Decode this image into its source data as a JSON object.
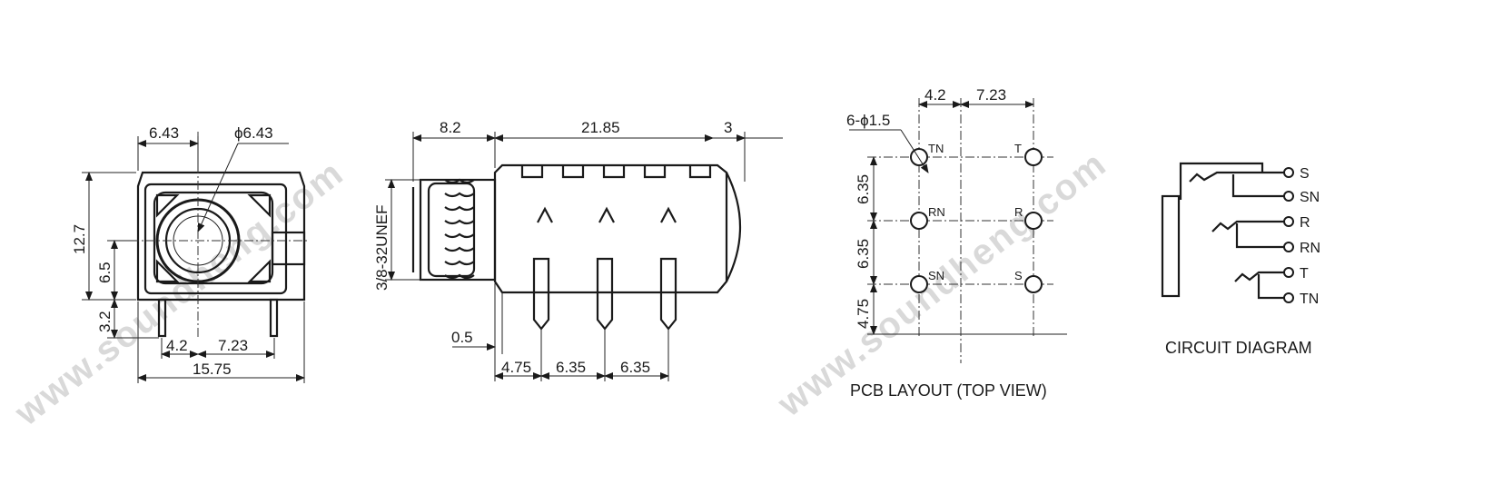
{
  "watermark": "www.soundheng.com",
  "front_view": {
    "dim_top_left": "6.43",
    "dim_hole": "ϕ6.43",
    "dim_height": "12.7",
    "dim_center_height": "6.5",
    "dim_pin_length": "3.2",
    "dim_pin_offset_left": "4.2",
    "dim_pin_offset_right": "7.23",
    "dim_width": "15.75"
  },
  "side_view": {
    "dim_thread_length": "8.2",
    "dim_body_length": "21.85",
    "dim_nose": "3",
    "dim_thread": "3/8-32UNEF",
    "dim_gap": "0.5",
    "dim_pin1": "4.75",
    "dim_pin2": "6.35",
    "dim_pin3": "6.35"
  },
  "pcb_layout": {
    "dim_col1": "4.2",
    "dim_col2": "7.23",
    "dim_holes": "6-ϕ1.5",
    "dim_row1": "6.35",
    "dim_row2": "6.35",
    "dim_row3": "4.75",
    "pin_tn": "TN",
    "pin_t": "T",
    "pin_rn": "RN",
    "pin_r": "R",
    "pin_sn": "SN",
    "pin_s": "S",
    "caption": "PCB LAYOUT (TOP VIEW)"
  },
  "circuit": {
    "pin_s": "S",
    "pin_sn": "SN",
    "pin_r": "R",
    "pin_rn": "RN",
    "pin_t": "T",
    "pin_tn": "TN",
    "caption": "CIRCUIT DIAGRAM"
  }
}
